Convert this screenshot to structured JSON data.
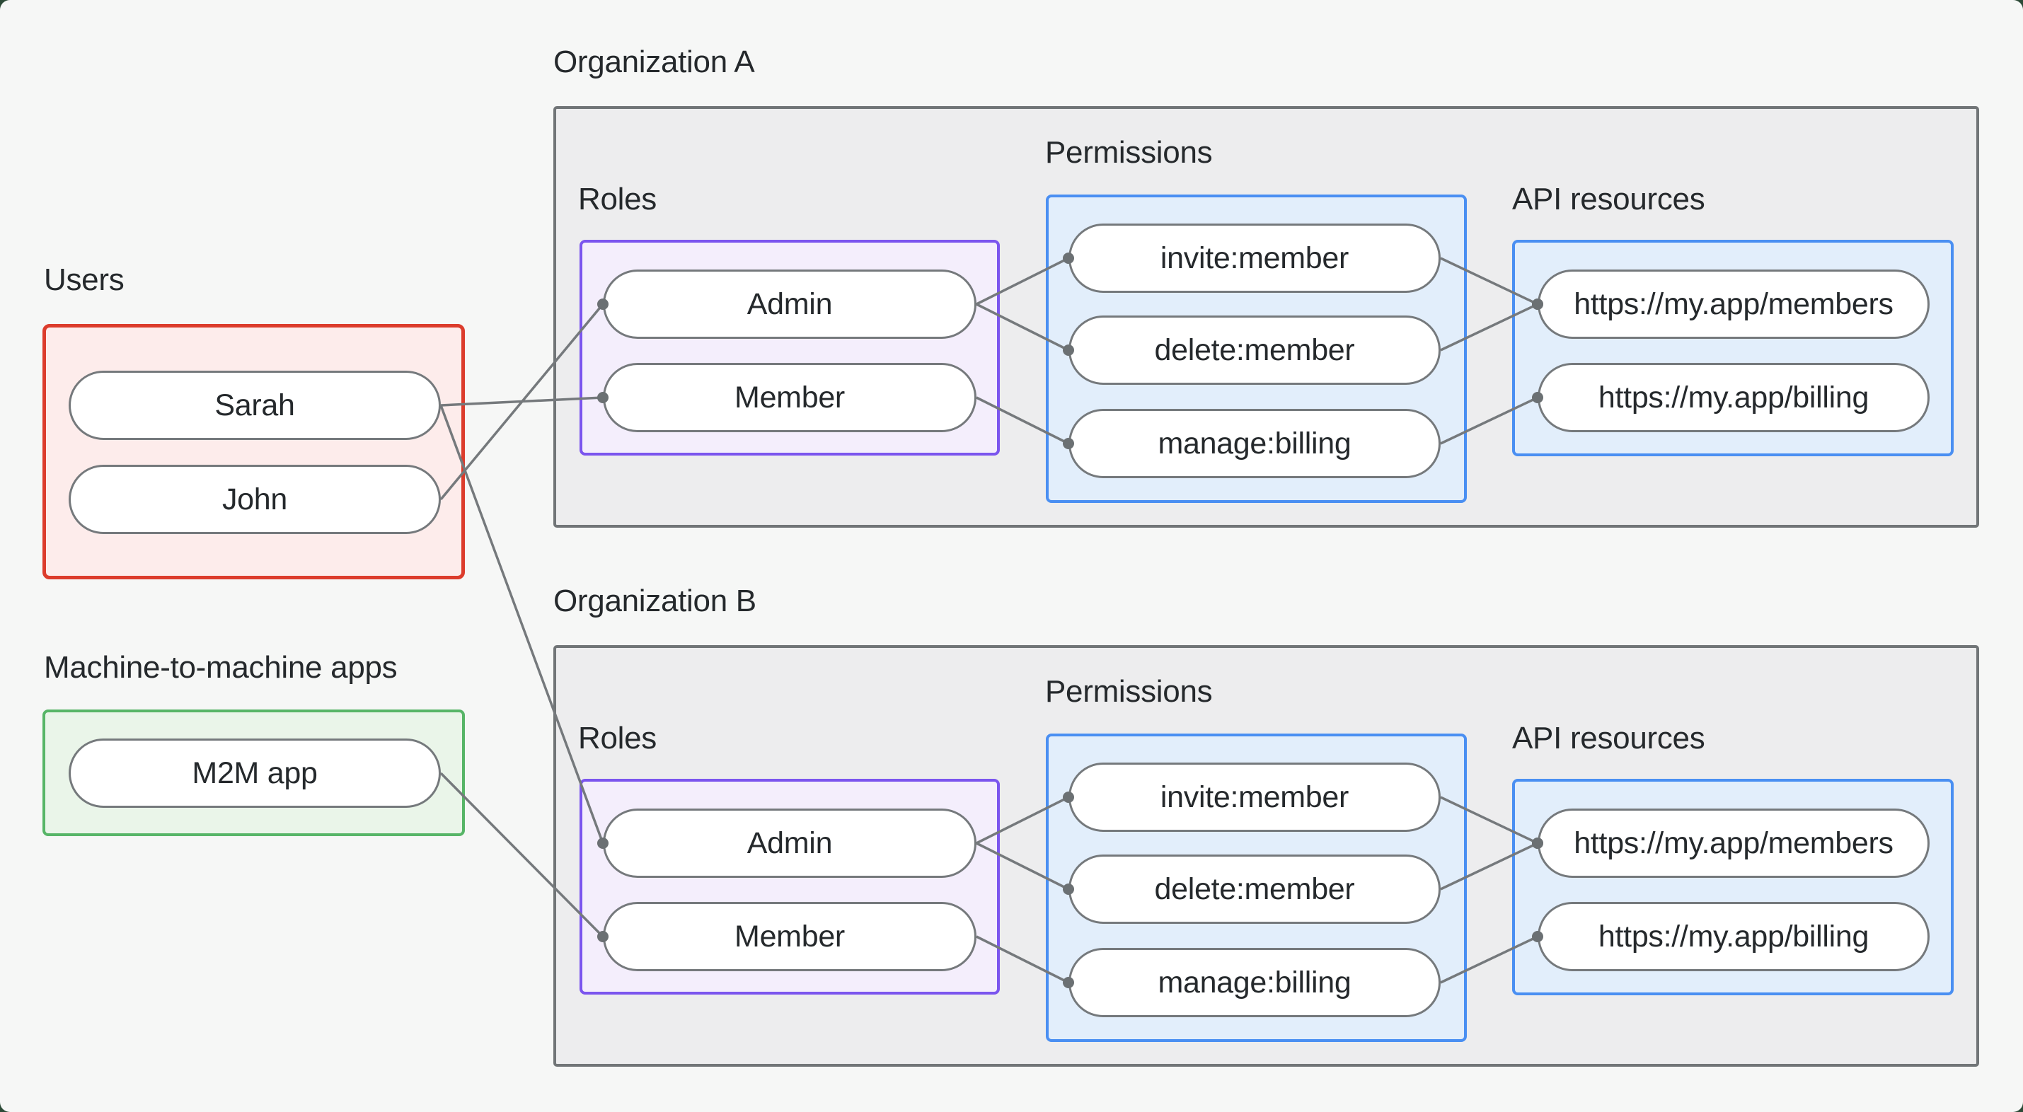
{
  "colors": {
    "page_bg": "#f6f7f6",
    "outside_bg": "#2c4a37",
    "text": "#25292c",
    "org_border": "#717577",
    "org_fill": "#ededee",
    "users_border": "#dc3c2c",
    "users_fill": "#fdeceb",
    "m2m_border": "#57b567",
    "m2m_fill": "#eaf5e9",
    "roles_border": "#7b55ee",
    "roles_fill": "#f4eefc",
    "perms_border": "#4a8ff2",
    "perms_fill": "#e2eefb",
    "api_border": "#4a8ff2",
    "api_fill": "#e2eefb",
    "pill_border": "#75797c",
    "pill_fill": "#ffffff",
    "line": "#75797c",
    "dot": "#6b7073"
  },
  "groups": {
    "users": {
      "label": "Users",
      "nodes": [
        {
          "id": "sarah",
          "label": "Sarah"
        },
        {
          "id": "john",
          "label": "John"
        }
      ]
    },
    "m2m": {
      "label": "Machine-to-machine apps",
      "nodes": [
        {
          "id": "m2m",
          "label": "M2M app"
        }
      ]
    },
    "org_a": {
      "label": "Organization A",
      "roles": {
        "label": "Roles",
        "nodes": [
          {
            "id": "a_admin",
            "label": "Admin"
          },
          {
            "id": "a_member",
            "label": "Member"
          }
        ]
      },
      "permissions": {
        "label": "Permissions",
        "nodes": [
          {
            "id": "a_invite",
            "label": "invite:member"
          },
          {
            "id": "a_delete",
            "label": "delete:member"
          },
          {
            "id": "a_manage",
            "label": "manage:billing"
          }
        ]
      },
      "api_resources": {
        "label": "API resources",
        "nodes": [
          {
            "id": "a_members",
            "label": "https://my.app/members"
          },
          {
            "id": "a_billing",
            "label": "https://my.app/billing"
          }
        ]
      }
    },
    "org_b": {
      "label": "Organization B",
      "roles": {
        "label": "Roles",
        "nodes": [
          {
            "id": "b_admin",
            "label": "Admin"
          },
          {
            "id": "b_member",
            "label": "Member"
          }
        ]
      },
      "permissions": {
        "label": "Permissions",
        "nodes": [
          {
            "id": "b_invite",
            "label": "invite:member"
          },
          {
            "id": "b_delete",
            "label": "delete:member"
          },
          {
            "id": "b_manage",
            "label": "manage:billing"
          }
        ]
      },
      "api_resources": {
        "label": "API resources",
        "nodes": [
          {
            "id": "b_members",
            "label": "https://my.app/members"
          },
          {
            "id": "b_billing",
            "label": "https://my.app/billing"
          }
        ]
      }
    }
  },
  "edges": [
    {
      "from": "sarah",
      "to": "a_member"
    },
    {
      "from": "john",
      "to": "a_admin"
    },
    {
      "from": "sarah",
      "to": "b_admin"
    },
    {
      "from": "m2m",
      "to": "b_member"
    },
    {
      "from": "a_admin",
      "to": "a_invite"
    },
    {
      "from": "a_admin",
      "to": "a_delete"
    },
    {
      "from": "a_member",
      "to": "a_manage"
    },
    {
      "from": "a_invite",
      "to": "a_members"
    },
    {
      "from": "a_delete",
      "to": "a_members"
    },
    {
      "from": "a_manage",
      "to": "a_billing"
    },
    {
      "from": "b_admin",
      "to": "b_invite"
    },
    {
      "from": "b_admin",
      "to": "b_delete"
    },
    {
      "from": "b_member",
      "to": "b_manage"
    },
    {
      "from": "b_invite",
      "to": "b_members"
    },
    {
      "from": "b_delete",
      "to": "b_members"
    },
    {
      "from": "b_manage",
      "to": "b_billing"
    }
  ]
}
